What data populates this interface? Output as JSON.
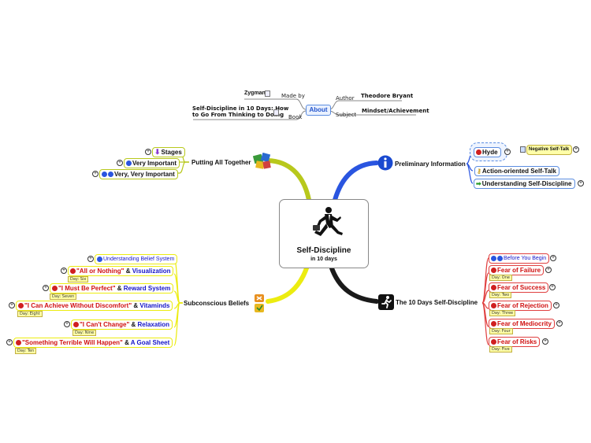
{
  "central": {
    "title": "Self-Discipline",
    "subtitle": "in 10 days"
  },
  "about": {
    "label": "About",
    "made_by_label": "Made by",
    "made_by_value": "Zygman",
    "book_label": "Book",
    "book_title_line1": "Self-Discipline in 10 Days: How",
    "book_title_line2": "to Go From Thinking to Doing",
    "author_label": "Author",
    "author_value": "Theodore Bryant",
    "subject_label": "Subject",
    "subject_value": "Mindset/Achievement"
  },
  "putting": {
    "title": "Putting All Together",
    "items": [
      "Stages",
      "Very Important",
      "Very, Very Important"
    ]
  },
  "preliminary": {
    "title": "Preliminary Information",
    "hyde": "Hyde",
    "negative": "Negative Self-Talk",
    "action": "Action-oriented Self-Talk",
    "understanding": "Understanding Self-Discipline"
  },
  "subconscious": {
    "title": "Subconscious Beliefs",
    "understanding": "Understanding Belief System",
    "b1a": "\"All or Nothing\"",
    "b1amp": "&",
    "b1b": "Visualization",
    "b1tag": "Day: Six",
    "b2a": "\"I Must Be Perfect\"",
    "b2amp": "&",
    "b2b": "Reward System",
    "b2tag": "Day: Seven",
    "b3a": "\"I Can Achieve Without Discomfort\"",
    "b3amp": "&",
    "b3b": "Vitaminds",
    "b3tag": "Day: Eight",
    "b4a": "\"I Can't Change\"",
    "b4amp": "&",
    "b4b": "Relaxation",
    "b4tag": "Day: Nine",
    "b5a": "\"Something Terrible Will Happen\"",
    "b5amp": "&",
    "b5b": "A Goal Sheet",
    "b5tag": "Day: Ten"
  },
  "tendays": {
    "title": "The 10 Days Self-Discipline",
    "before": "Before You Begin",
    "items": [
      {
        "label": "Fear of Failure",
        "tag": "Day: One"
      },
      {
        "label": "Fear of Success",
        "tag": "Day: Two"
      },
      {
        "label": "Fear of Rejection",
        "tag": "Day: Three"
      },
      {
        "label": "Fear of Mediocrity",
        "tag": "Day: Four"
      },
      {
        "label": "Fear of Risks",
        "tag": "Day: Five"
      }
    ]
  },
  "colors": {
    "branch_putting": "#b8c81c",
    "branch_preliminary": "#2a55e0",
    "branch_subconscious": "#ecec10",
    "branch_tendays": "#1a1a1a",
    "node_red": "#d01010",
    "node_blue": "#1414c8"
  }
}
